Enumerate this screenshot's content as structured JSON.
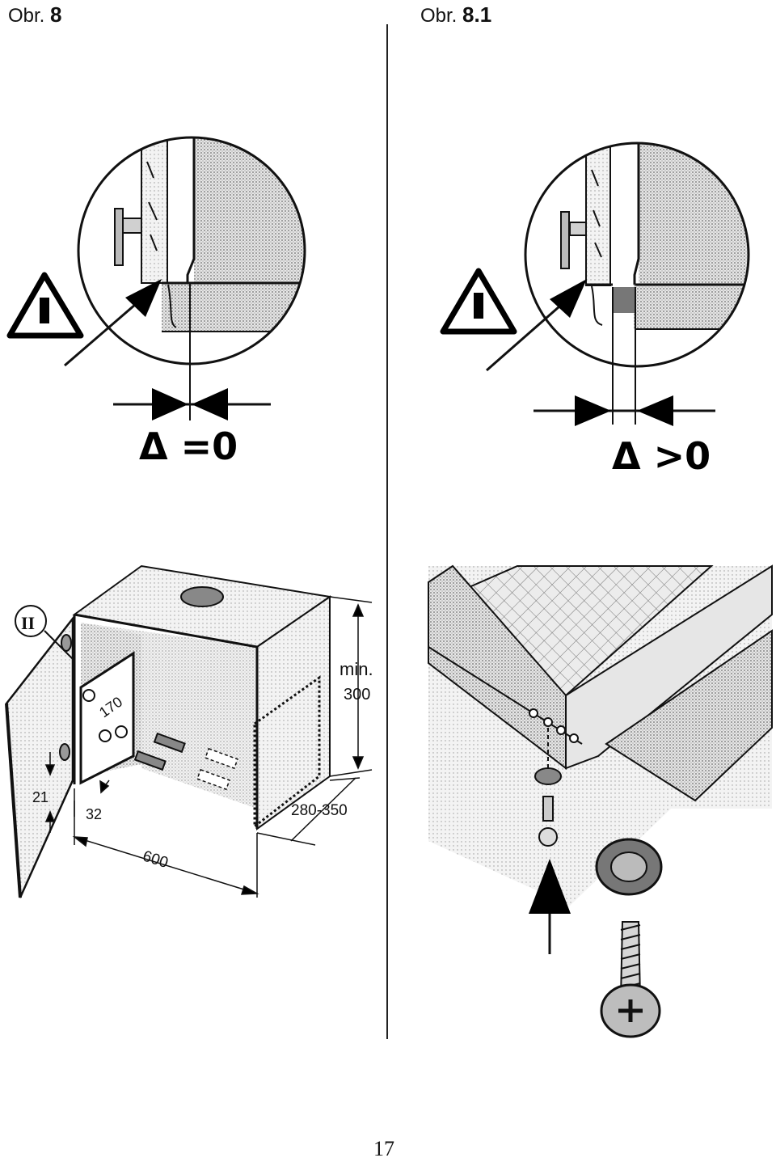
{
  "figures": {
    "left": {
      "prefix": "Obr.",
      "number": "8",
      "condition": "Δ =0"
    },
    "right": {
      "prefix": "Obr.",
      "number": "8.1",
      "condition": "Δ >0"
    }
  },
  "cabinet": {
    "callout": "II",
    "dims": {
      "min": "min.",
      "height": "300",
      "d170": "170",
      "d21": "21",
      "d32": "32",
      "d280_350": "280-350",
      "width": "600"
    }
  },
  "page_number": "17",
  "icons": {
    "warning": "warning-triangle-icon",
    "screw": "screw-icon"
  },
  "colors": {
    "ink": "#111111",
    "shade": "#9a9a9a",
    "light_shade": "#cfcfcf"
  }
}
